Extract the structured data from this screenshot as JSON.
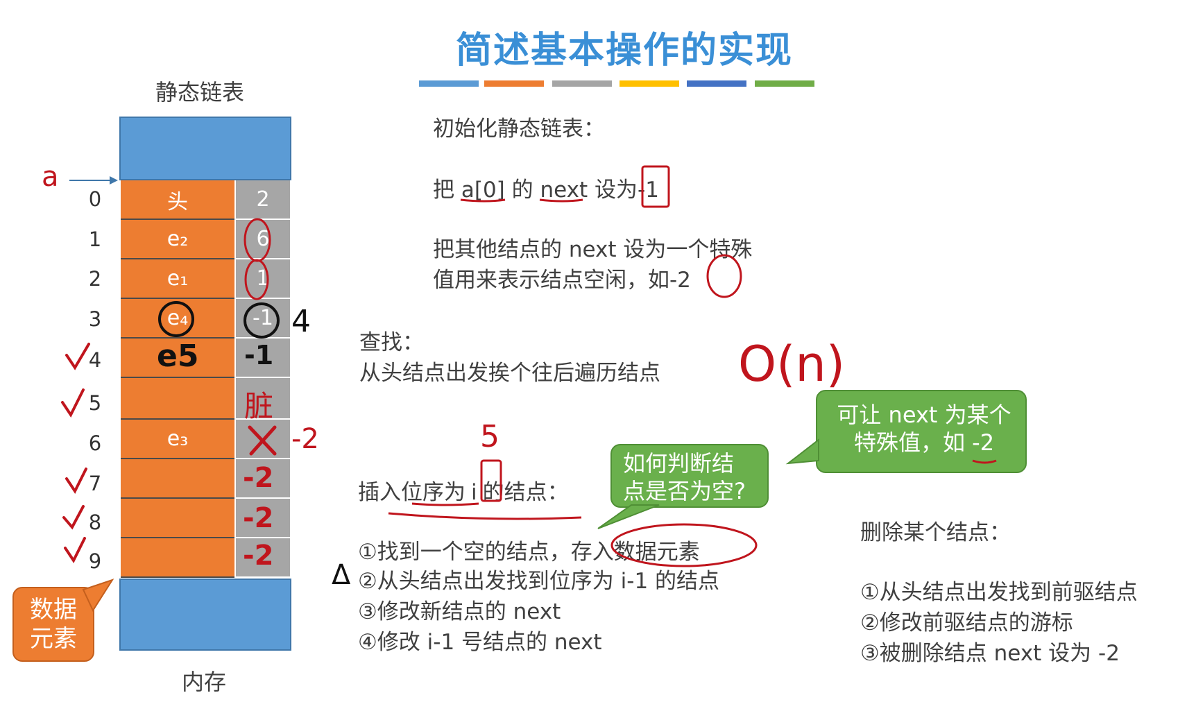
{
  "slide": {
    "title": "简述基本操作的实现",
    "bar_colors": [
      "#5b9bd5",
      "#ed7d31",
      "#a5a5a5",
      "#ffc000",
      "#4472c4",
      "#70ad47"
    ]
  },
  "memory": {
    "top_label": "静态链表",
    "bottom_label": "内存",
    "pointer_label": "a",
    "rows": [
      {
        "index": "0",
        "data": "头",
        "next": "2"
      },
      {
        "index": "1",
        "data": "e₂",
        "next": "6"
      },
      {
        "index": "2",
        "data": "e₁",
        "next": "1"
      },
      {
        "index": "3",
        "data": "e₄",
        "next": "-1"
      },
      {
        "index": "4",
        "data": "",
        "next": ""
      },
      {
        "index": "5",
        "data": "",
        "next": ""
      },
      {
        "index": "6",
        "data": "e₃",
        "next": ""
      },
      {
        "index": "7",
        "data": "",
        "next": ""
      },
      {
        "index": "8",
        "data": "",
        "next": ""
      },
      {
        "index": "9",
        "data": "",
        "next": ""
      }
    ],
    "data_tag": [
      "数据",
      "元素"
    ]
  },
  "handwriting": {
    "row3_next_note": "4",
    "row4_data": "e5",
    "row4_next": "-1",
    "row5_next": "脏",
    "row6_next_note": "-2",
    "row7_next": "-2",
    "row8_next": "-2",
    "row9_next": "-2",
    "complexity": "O(n)",
    "insert_pos": "5",
    "step2_mark": "Δ"
  },
  "init": {
    "heading": "初始化静态链表：",
    "line1_pre": "把 ",
    "line1_a": "a[0]",
    "line1_mid": " 的 ",
    "line1_next": "next",
    "line1_post": " 设为",
    "line1_val": "-1",
    "line2": "把其他结点的 next 设为一个特殊",
    "line3_pre": "值用来表示结点空闲，如",
    "line3_val": "-2"
  },
  "search": {
    "heading": "查找：",
    "line": "从头结点出发挨个往后遍历结点"
  },
  "insert": {
    "heading_pre": "插入位序为",
    "heading_i": "i",
    "heading_post": "的结点：",
    "steps": [
      "①找到一个空的结点，存入数据元素",
      "②从头结点出发找到位序为 i-1 的结点",
      "③修改新结点的 next",
      "④修改 i-1 号结点的 next"
    ]
  },
  "delete": {
    "heading": "删除某个结点：",
    "steps": [
      "①从头结点出发找到前驱结点",
      "②修改前驱结点的游标",
      "③被删除结点 next 设为 -2"
    ]
  },
  "bubbles": {
    "question": [
      "如何判断结",
      "点是否为空?"
    ],
    "answer_line1": "可让 next 为某个",
    "answer_line2_pre": "特殊值，如 ",
    "answer_line2_val": "-2"
  }
}
